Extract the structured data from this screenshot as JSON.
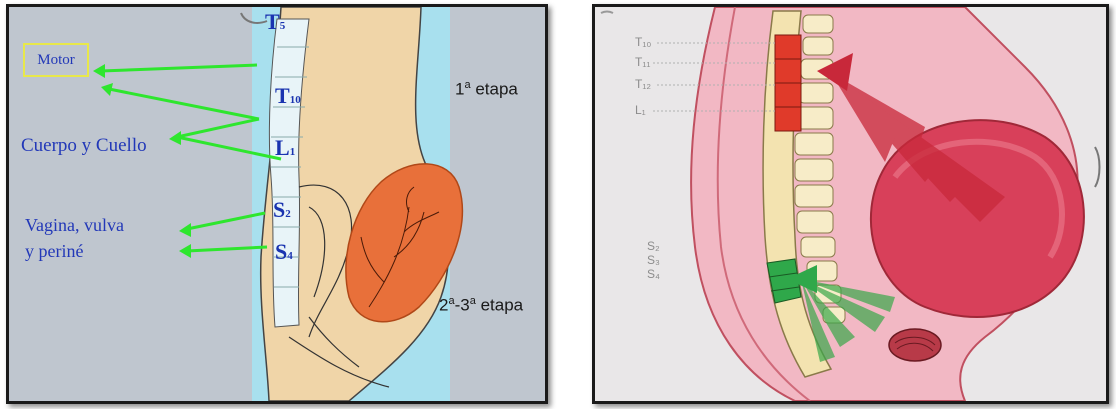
{
  "left_panel": {
    "motor_label": "Motor",
    "body_neck_label": "Cuerpo y Cuello",
    "vagina_line1": "Vagina, vulva",
    "vagina_line2": "y periné",
    "stage1_sup": "a",
    "stage1_text": " etapa",
    "stage1_num": "1",
    "stage23_num1": "2",
    "stage23_sup1": "a",
    "stage23_mid": "-3",
    "stage23_sup2": "a",
    "stage23_text": " etapa",
    "vertebrae": [
      {
        "letter": "T",
        "sub": "5"
      },
      {
        "letter": "T",
        "sub": "10"
      },
      {
        "letter": "L",
        "sub": "1"
      },
      {
        "letter": "S",
        "sub": "2"
      },
      {
        "letter": "S",
        "sub": "4"
      }
    ],
    "colors": {
      "background": "#bfc6cf",
      "spine_strip": "#a8e0ee",
      "body": "#f0d5a8",
      "uterus": "#e8703a",
      "arrow": "#2ee62e",
      "text": "#2238b8"
    }
  },
  "right_panel": {
    "levels_top": [
      "T₁₀",
      "T₁₁",
      "T₁₂",
      "L₁"
    ],
    "levels_bottom": [
      "S₂",
      "S₃",
      "S₄"
    ],
    "colors": {
      "upper_segment": "#e03a2a",
      "lower_segment": "#2fa84a",
      "uterus": "#d8405a",
      "body": "#f2b8c4",
      "spine": "#f3e3b0"
    }
  }
}
